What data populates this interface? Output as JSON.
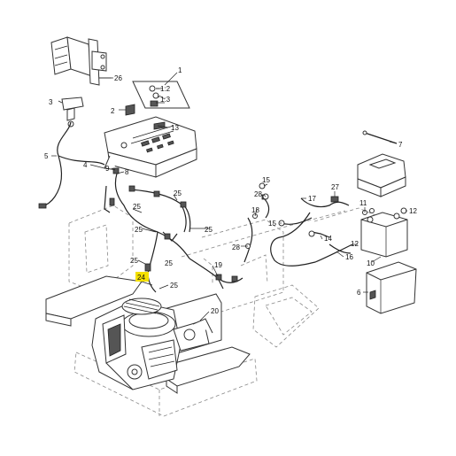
{
  "diagram": {
    "highlight_color": "#f4e000",
    "highlighted_callout": "24",
    "callouts": {
      "c1": "1",
      "c1_2": "1:2",
      "c1_3": "1:3",
      "c2": "2",
      "c3": "3",
      "c4": "4",
      "c5": "5",
      "c6": "6",
      "c7": "7",
      "c8": "8",
      "c9": "9",
      "c10": "10",
      "c11": "11",
      "c12": "12",
      "c13": "13",
      "c14": "14",
      "c15a": "15",
      "c15b": "15",
      "c16": "16",
      "c17": "17",
      "c18": "18",
      "c19": "19",
      "c20": "20",
      "c24": "24",
      "c25a": "25",
      "c25b": "25",
      "c25c": "25",
      "c25d": "25",
      "c25e": "25",
      "c25f": "25",
      "c25g": "25",
      "c26": "26",
      "c27": "27",
      "c28a": "28",
      "c28b": "28",
      "c12b": "12"
    }
  }
}
